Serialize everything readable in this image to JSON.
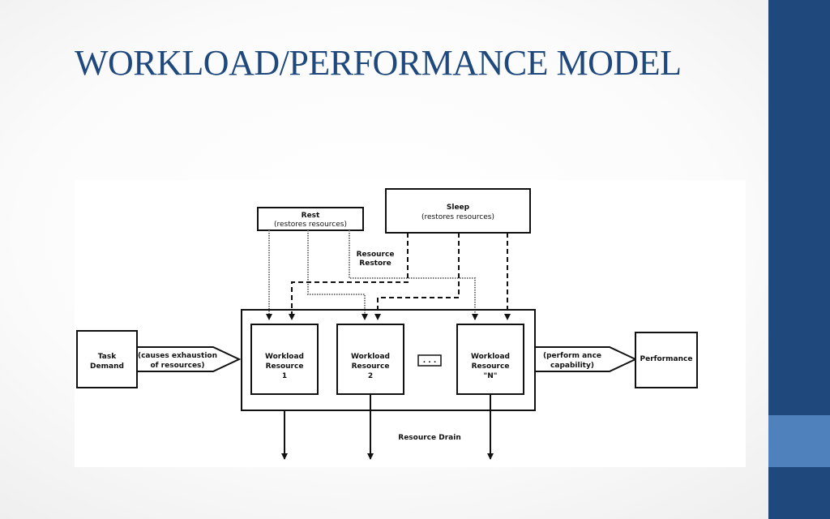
{
  "slide": {
    "title": "WORKLOAD/PERFORMANCE MODEL"
  },
  "colors": {
    "title": "#1f497d",
    "sidebar": "#1f497d",
    "sidebar_accent": "#4f81bd"
  },
  "diagram": {
    "rest": {
      "line1": "Rest",
      "line2": "(restores resources)"
    },
    "sleep": {
      "line1": "Sleep",
      "line2": "(restores resources)"
    },
    "resource_restore": {
      "line1": "Resource",
      "line2": "Restore"
    },
    "task_demand": {
      "line1": "Task",
      "line2": "Demand"
    },
    "exhaustion_arrow": {
      "line1": "(causes exhaustion",
      "line2": "of resources)"
    },
    "resource_1": {
      "line1": "Workload",
      "line2": "Resource",
      "line3": "1"
    },
    "resource_2": {
      "line1": "Workload",
      "line2": "Resource",
      "line3": "2"
    },
    "ellipsis": ". . .",
    "resource_n": {
      "line1": "Workload",
      "line2": "Resource",
      "line3": "\"N\""
    },
    "capability_arrow": {
      "line1": "(perform ance",
      "line2": "capability)"
    },
    "performance": "Performance",
    "resource_drain": "Resource Drain"
  }
}
